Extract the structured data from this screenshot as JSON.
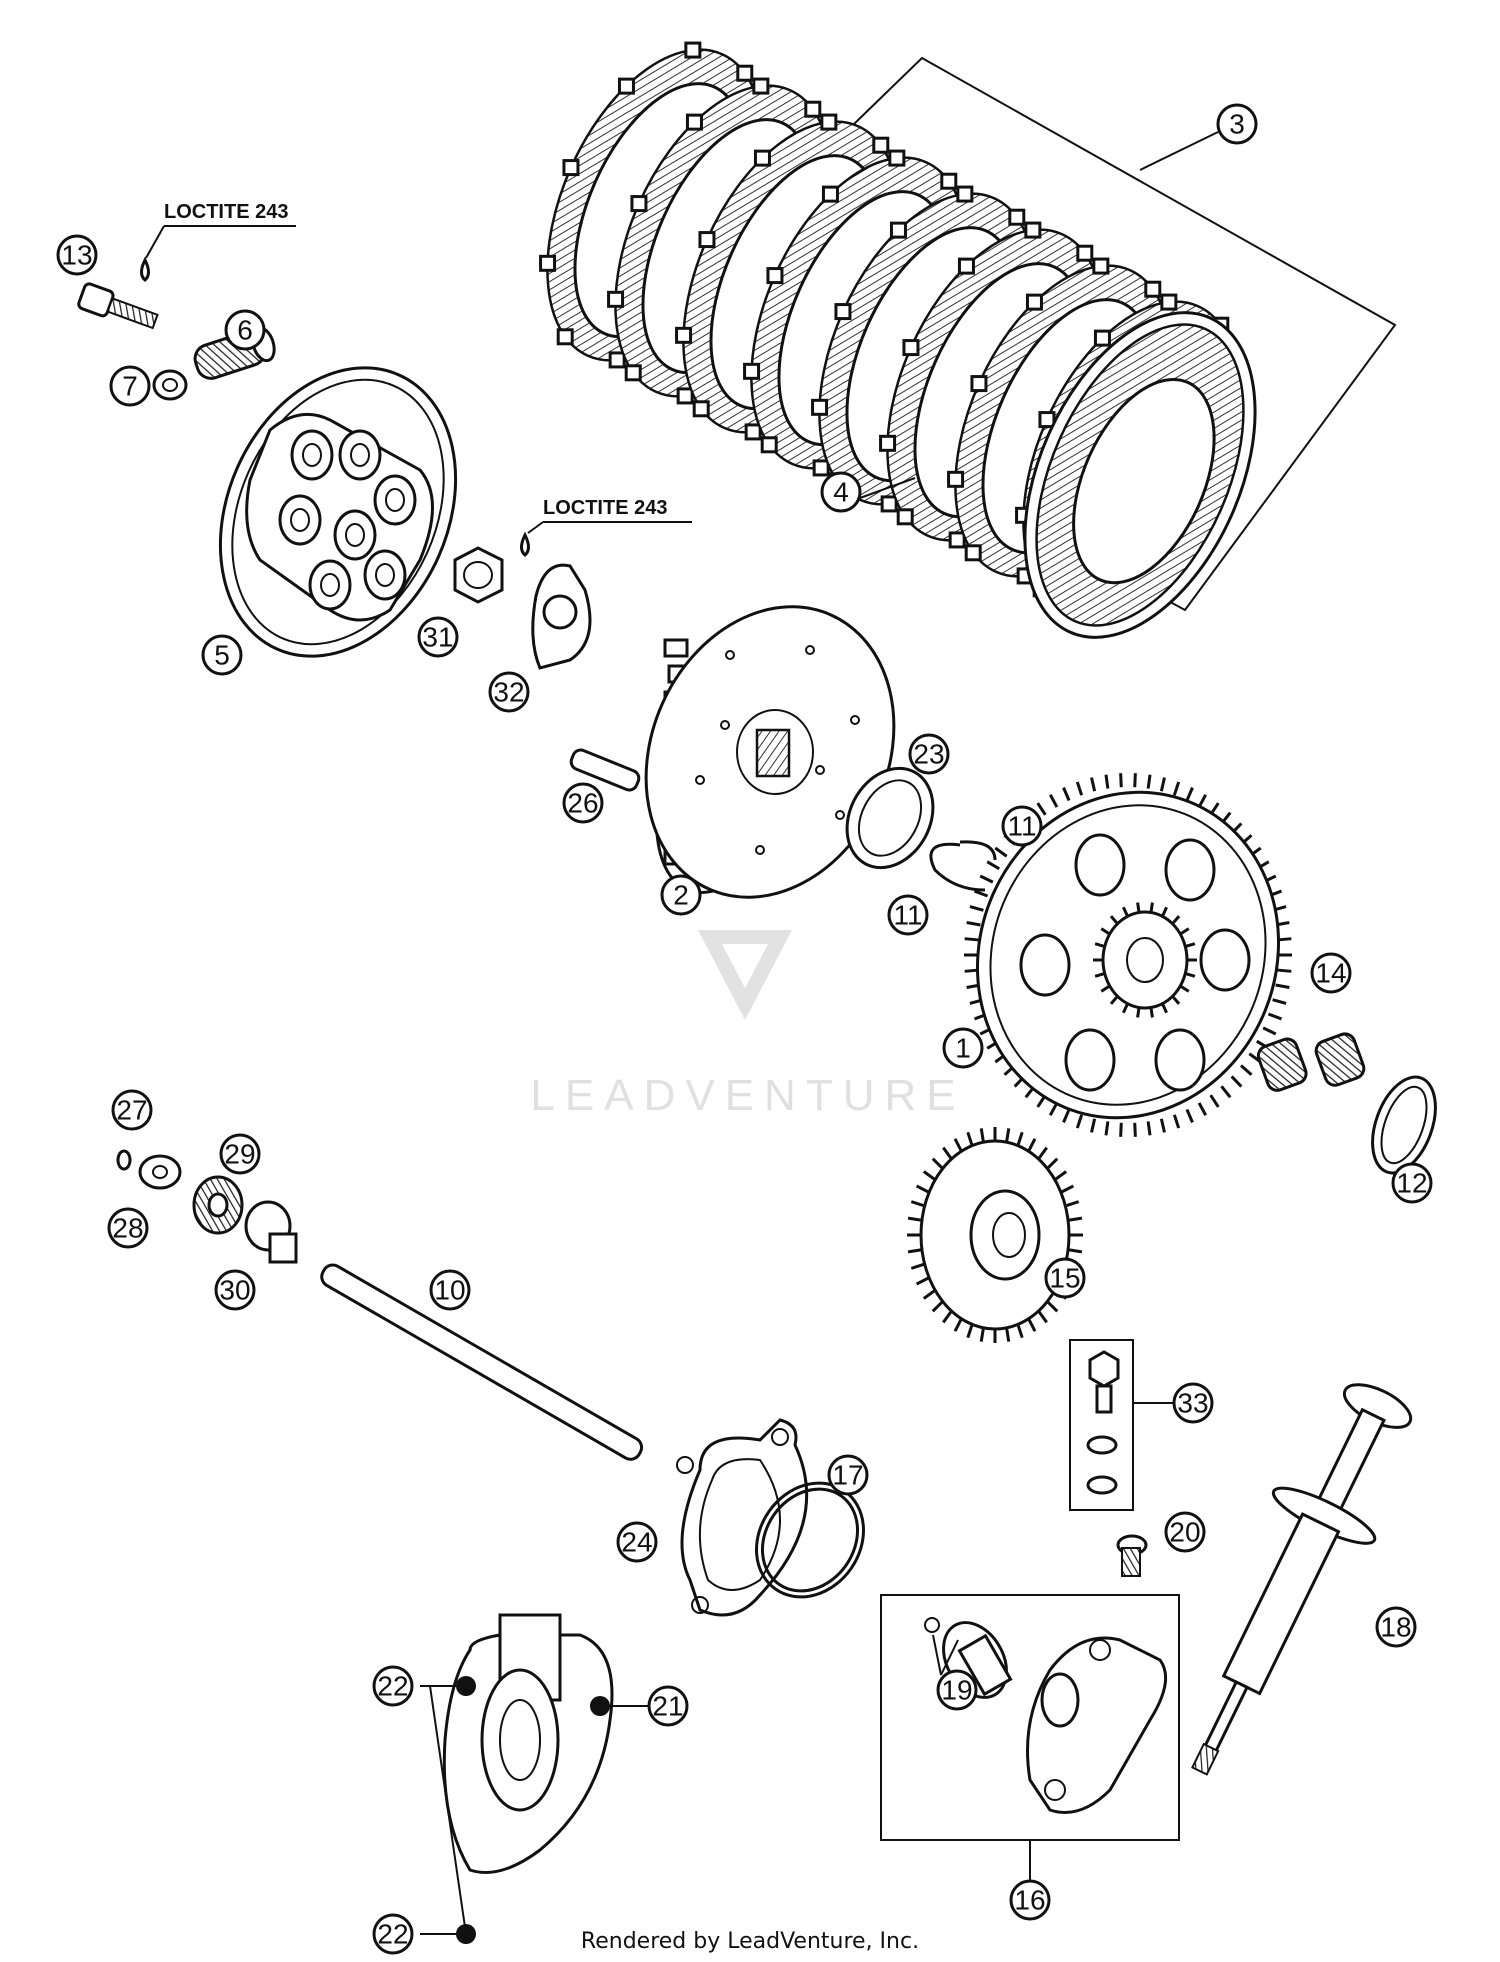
{
  "notes": {
    "loctite_top": "LOCTITE 243",
    "loctite_mid": "LOCTITE 243"
  },
  "callouts": [
    {
      "id": "c1",
      "label": "1"
    },
    {
      "id": "c2",
      "label": "2"
    },
    {
      "id": "c3",
      "label": "3"
    },
    {
      "id": "c4",
      "label": "4"
    },
    {
      "id": "c5",
      "label": "5"
    },
    {
      "id": "c6",
      "label": "6"
    },
    {
      "id": "c7",
      "label": "7"
    },
    {
      "id": "c10",
      "label": "10"
    },
    {
      "id": "c11a",
      "label": "11"
    },
    {
      "id": "c11b",
      "label": "11"
    },
    {
      "id": "c12",
      "label": "12"
    },
    {
      "id": "c13",
      "label": "13"
    },
    {
      "id": "c14",
      "label": "14"
    },
    {
      "id": "c15",
      "label": "15"
    },
    {
      "id": "c16",
      "label": "16"
    },
    {
      "id": "c17",
      "label": "17"
    },
    {
      "id": "c18",
      "label": "18"
    },
    {
      "id": "c19",
      "label": "19"
    },
    {
      "id": "c20",
      "label": "20"
    },
    {
      "id": "c21",
      "label": "21"
    },
    {
      "id": "c22a",
      "label": "22"
    },
    {
      "id": "c22b",
      "label": "22"
    },
    {
      "id": "c23",
      "label": "23"
    },
    {
      "id": "c24",
      "label": "24"
    },
    {
      "id": "c26",
      "label": "26"
    },
    {
      "id": "c27",
      "label": "27"
    },
    {
      "id": "c28",
      "label": "28"
    },
    {
      "id": "c29",
      "label": "29"
    },
    {
      "id": "c30",
      "label": "30"
    },
    {
      "id": "c31",
      "label": "31"
    },
    {
      "id": "c32",
      "label": "32"
    },
    {
      "id": "c33",
      "label": "33"
    }
  ],
  "watermark": {
    "text": "LEADVENTURE"
  },
  "footer": {
    "text": "Rendered by LeadVenture, Inc."
  }
}
